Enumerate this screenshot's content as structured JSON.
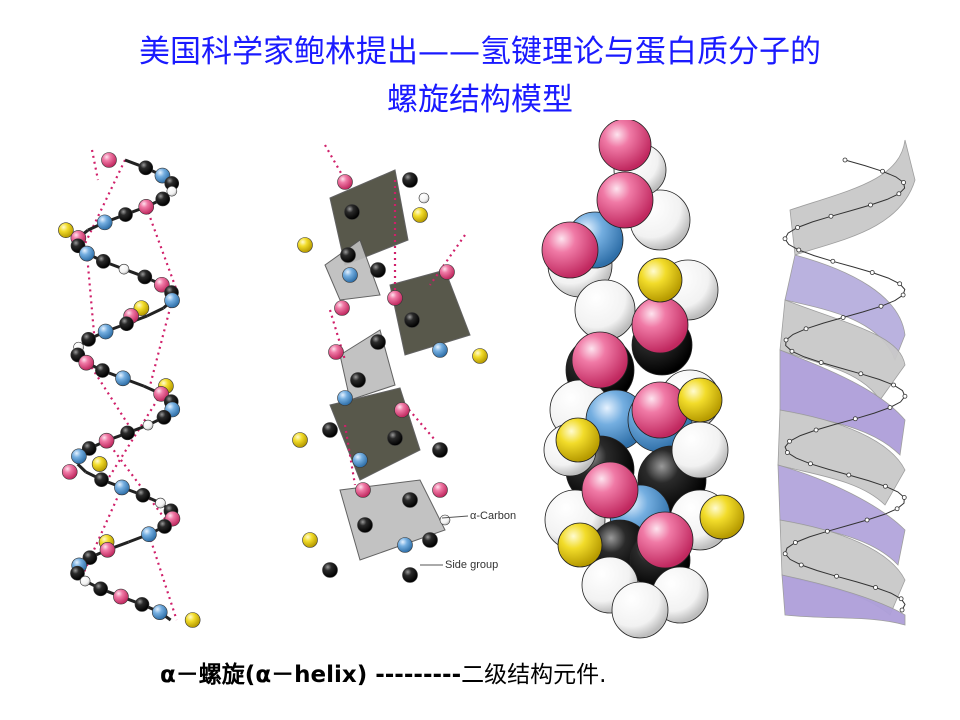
{
  "title": {
    "line1": "美国科学家鲍林提出——氢键理论与蛋白质分子的",
    "line2": "螺旋结构模型"
  },
  "figure": {
    "panel1": "ball-and-stick alpha helix with hydrogen bonds",
    "panel2": "planar peptide model",
    "panel3": "space-filling model",
    "panel4": "ribbon model",
    "annotation_carbon": "α-Carbon",
    "annotation_side": "Side group",
    "colors": {
      "oxygen": "#e8508a",
      "nitrogen": "#5b9bd5",
      "carbon": "#111111",
      "hydrogen": "#ffffff",
      "side_group": "#e6c800",
      "plane": "#4a4a3c",
      "hbond": "#d0206a",
      "ribbon_gray": "#c9c9c9",
      "ribbon_purple": "#a79ad6"
    }
  },
  "caption": {
    "part1": "α－螺旋(α－helix) ---------",
    "part2": "二级结构元件."
  }
}
